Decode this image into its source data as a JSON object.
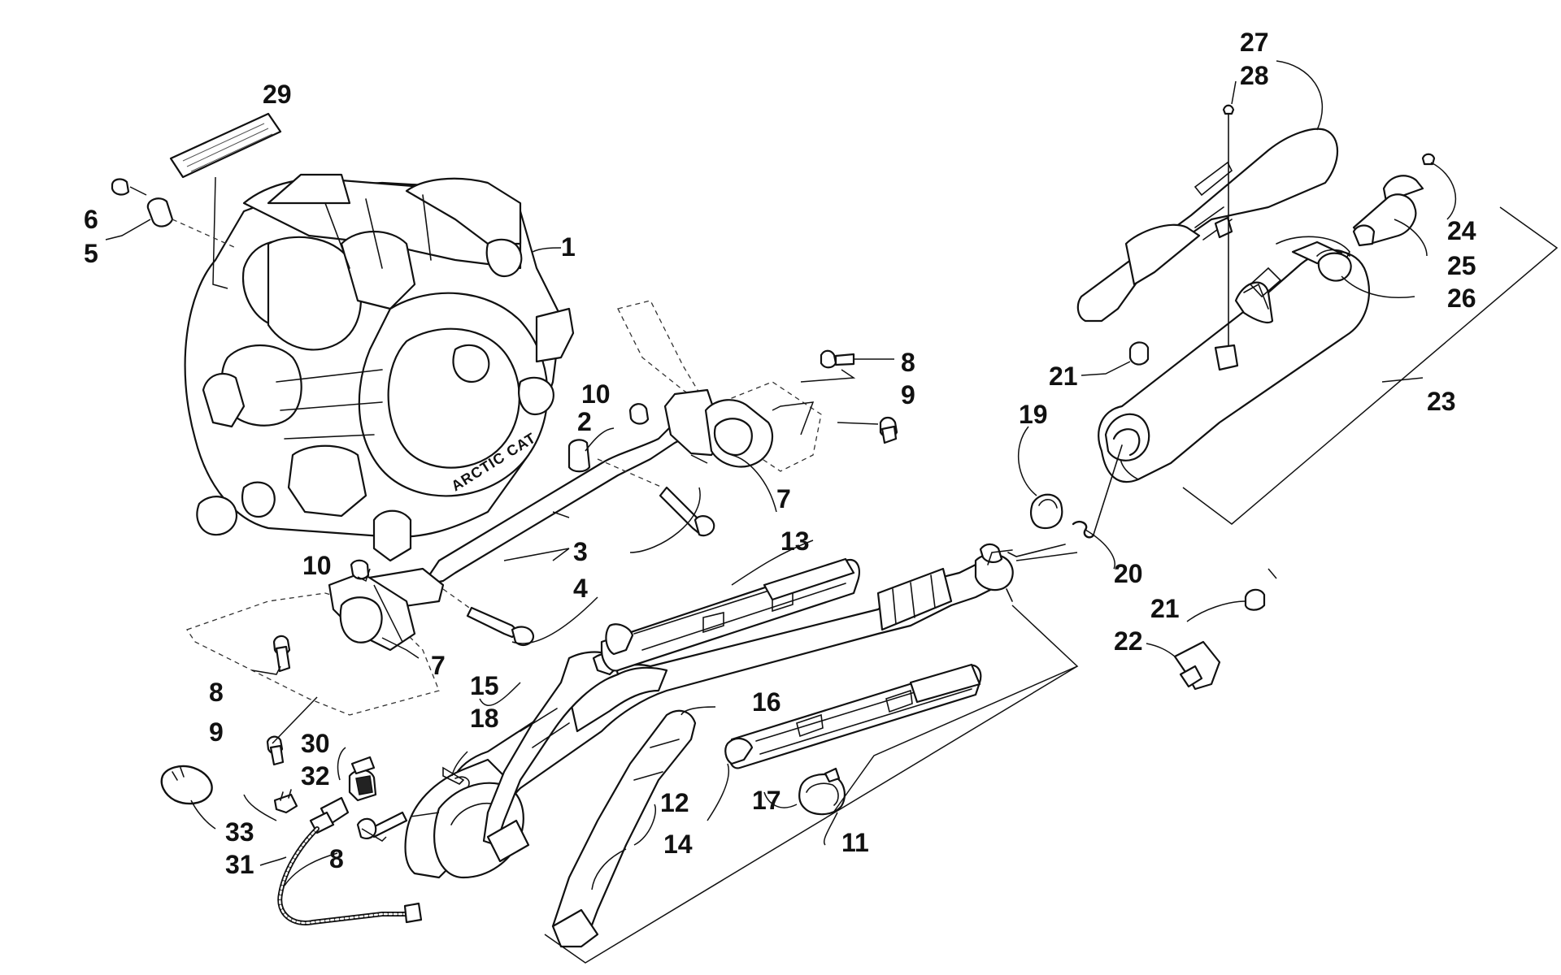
{
  "callouts": {
    "c1": "1",
    "c2": "2",
    "c3": "3",
    "c4": "4",
    "c5": "5",
    "c6": "6",
    "c7a": "7",
    "c7b": "7",
    "c8a": "8",
    "c8b": "8",
    "c8c": "8",
    "c9a": "9",
    "c9b": "9",
    "c10a": "10",
    "c10b": "10",
    "c11": "11",
    "c12": "12",
    "c13": "13",
    "c14": "14",
    "c15": "15",
    "c16": "16",
    "c17": "17",
    "c18": "18",
    "c19": "19",
    "c20": "20",
    "c21a": "21",
    "c21b": "21",
    "c22": "22",
    "c23": "23",
    "c24": "24",
    "c25": "25",
    "c26": "26",
    "c27": "27",
    "c28": "28",
    "c29": "29",
    "c30": "30",
    "c31": "31",
    "c32": "32",
    "c33": "33"
  },
  "engine_cover_text": "ARCTIC CAT"
}
